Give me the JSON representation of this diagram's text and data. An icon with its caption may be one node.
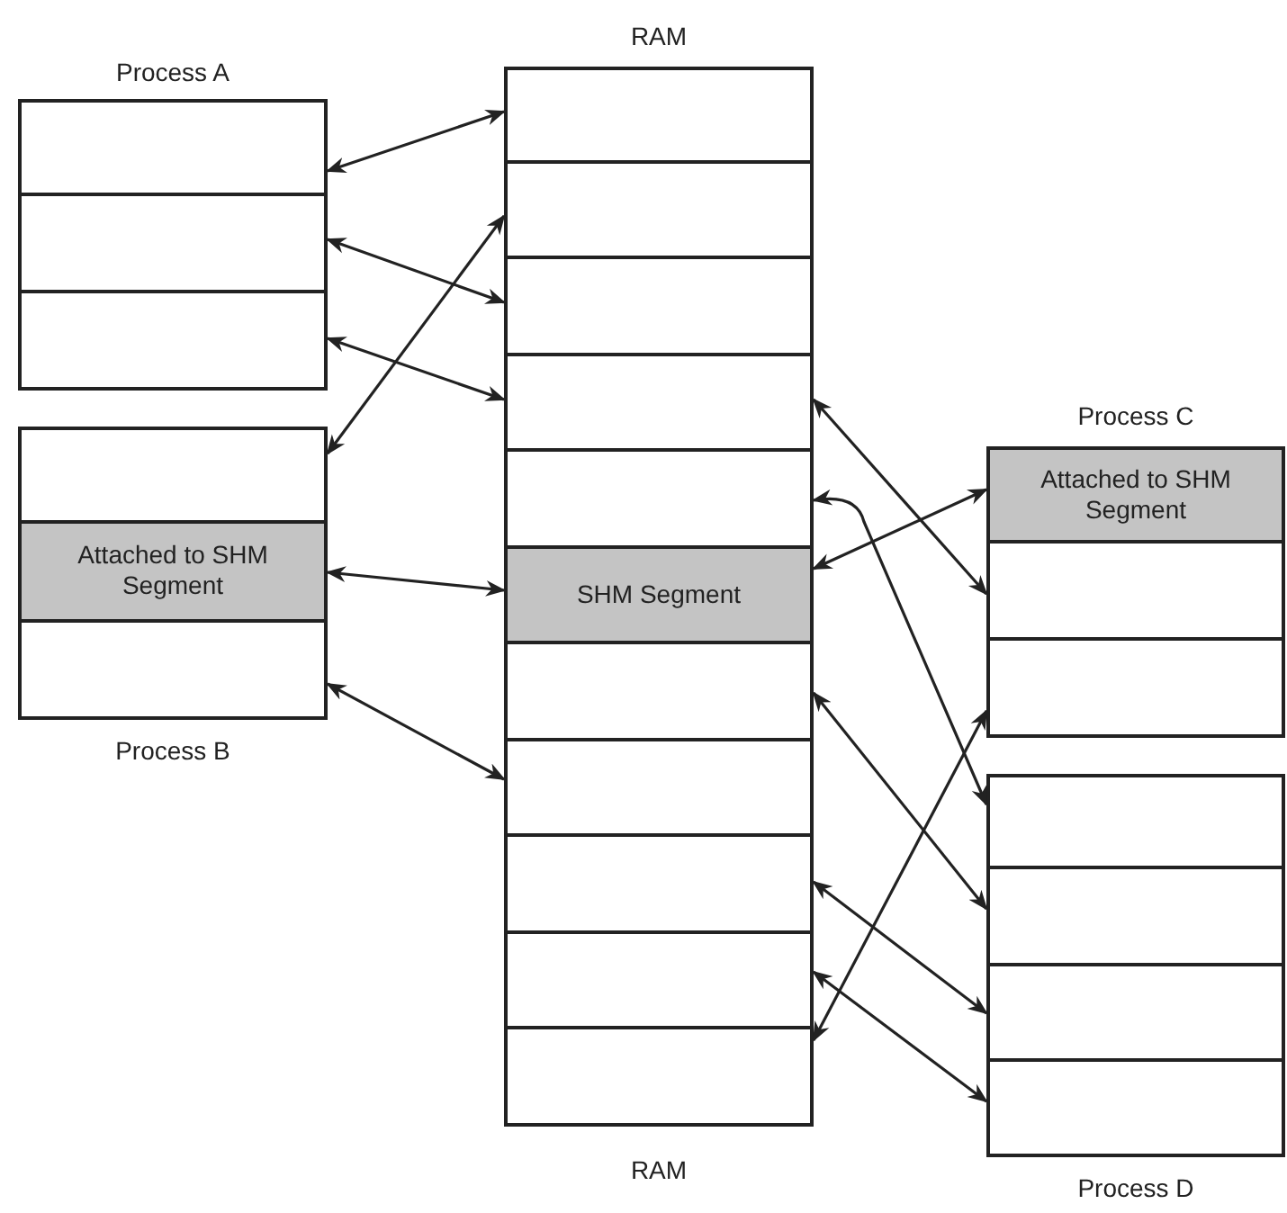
{
  "diagram": {
    "nodes": [
      {
        "text": [
          "Process A"
        ]
      },
      {
        "text": [],
        "shape": "box",
        "in": 0
      },
      {
        "text": [],
        "shape": "box",
        "in": 0
      },
      {
        "text": [],
        "shape": "box",
        "in": 0
      },
      {
        "text": [
          "RAM",
          "RAM"
        ]
      },
      {
        "text": [],
        "shape": "box",
        "in": 4
      },
      {
        "text": [],
        "shape": "box",
        "in": 4
      },
      {
        "text": [],
        "shape": "box",
        "in": 4
      },
      {
        "text": [],
        "shape": "box",
        "in": 4
      },
      {
        "text": [],
        "shape": "box",
        "in": 4
      },
      {
        "text": [
          "SHM Segment"
        ],
        "in": 4
      },
      {
        "text": [],
        "shape": "box",
        "in": 4
      },
      {
        "text": [],
        "shape": "box",
        "in": 4
      },
      {
        "text": [],
        "shape": "box",
        "in": 4
      },
      {
        "text": [],
        "shape": "box",
        "in": 4
      },
      {
        "text": [],
        "shape": "box",
        "in": 4
      },
      {
        "text": [
          "Process B"
        ]
      },
      {
        "text": [],
        "shape": "box",
        "in": 16
      },
      {
        "text": [
          "Attached to SHM Segment"
        ],
        "in": 16
      },
      {
        "text": [],
        "shape": "box",
        "in": 16
      },
      {
        "text": [
          "Process C"
        ]
      },
      {
        "text": [
          "Attached to SHM Segment"
        ],
        "in": 20
      },
      {
        "text": [],
        "shape": "box",
        "in": 20
      },
      {
        "text": [],
        "shape": "box",
        "in": 20
      },
      {
        "text": [
          "Process D"
        ]
      },
      {
        "text": [],
        "shape": "box",
        "in": 24
      },
      {
        "text": [],
        "shape": "box",
        "in": 24
      },
      {
        "text": [],
        "shape": "box",
        "in": 24
      },
      {
        "text": [],
        "shape": "box",
        "in": 24
      }
    ],
    "edges": [
      {
        "from": 1,
        "to": 5,
        "arrow": "both"
      },
      {
        "from": 2,
        "to": 7,
        "arrow": "both"
      },
      {
        "from": 3,
        "to": 8,
        "arrow": "both"
      },
      {
        "from": 17,
        "to": 6,
        "arrow": "both"
      },
      {
        "from": 18,
        "to": 10,
        "arrow": "both"
      },
      {
        "from": 19,
        "to": 12,
        "arrow": "both"
      },
      {
        "from": 8,
        "to": 22,
        "arrow": "both"
      },
      {
        "from": 9,
        "to": 25,
        "arrow": "both"
      },
      {
        "from": 10,
        "to": 21,
        "arrow": "both"
      },
      {
        "from": 11,
        "to": 26,
        "arrow": "both"
      },
      {
        "from": 15,
        "to": 23,
        "arrow": "both"
      },
      {
        "from": 13,
        "to": 27,
        "arrow": "both"
      },
      {
        "from": 14,
        "to": 28,
        "arrow": "both"
      }
    ]
  }
}
